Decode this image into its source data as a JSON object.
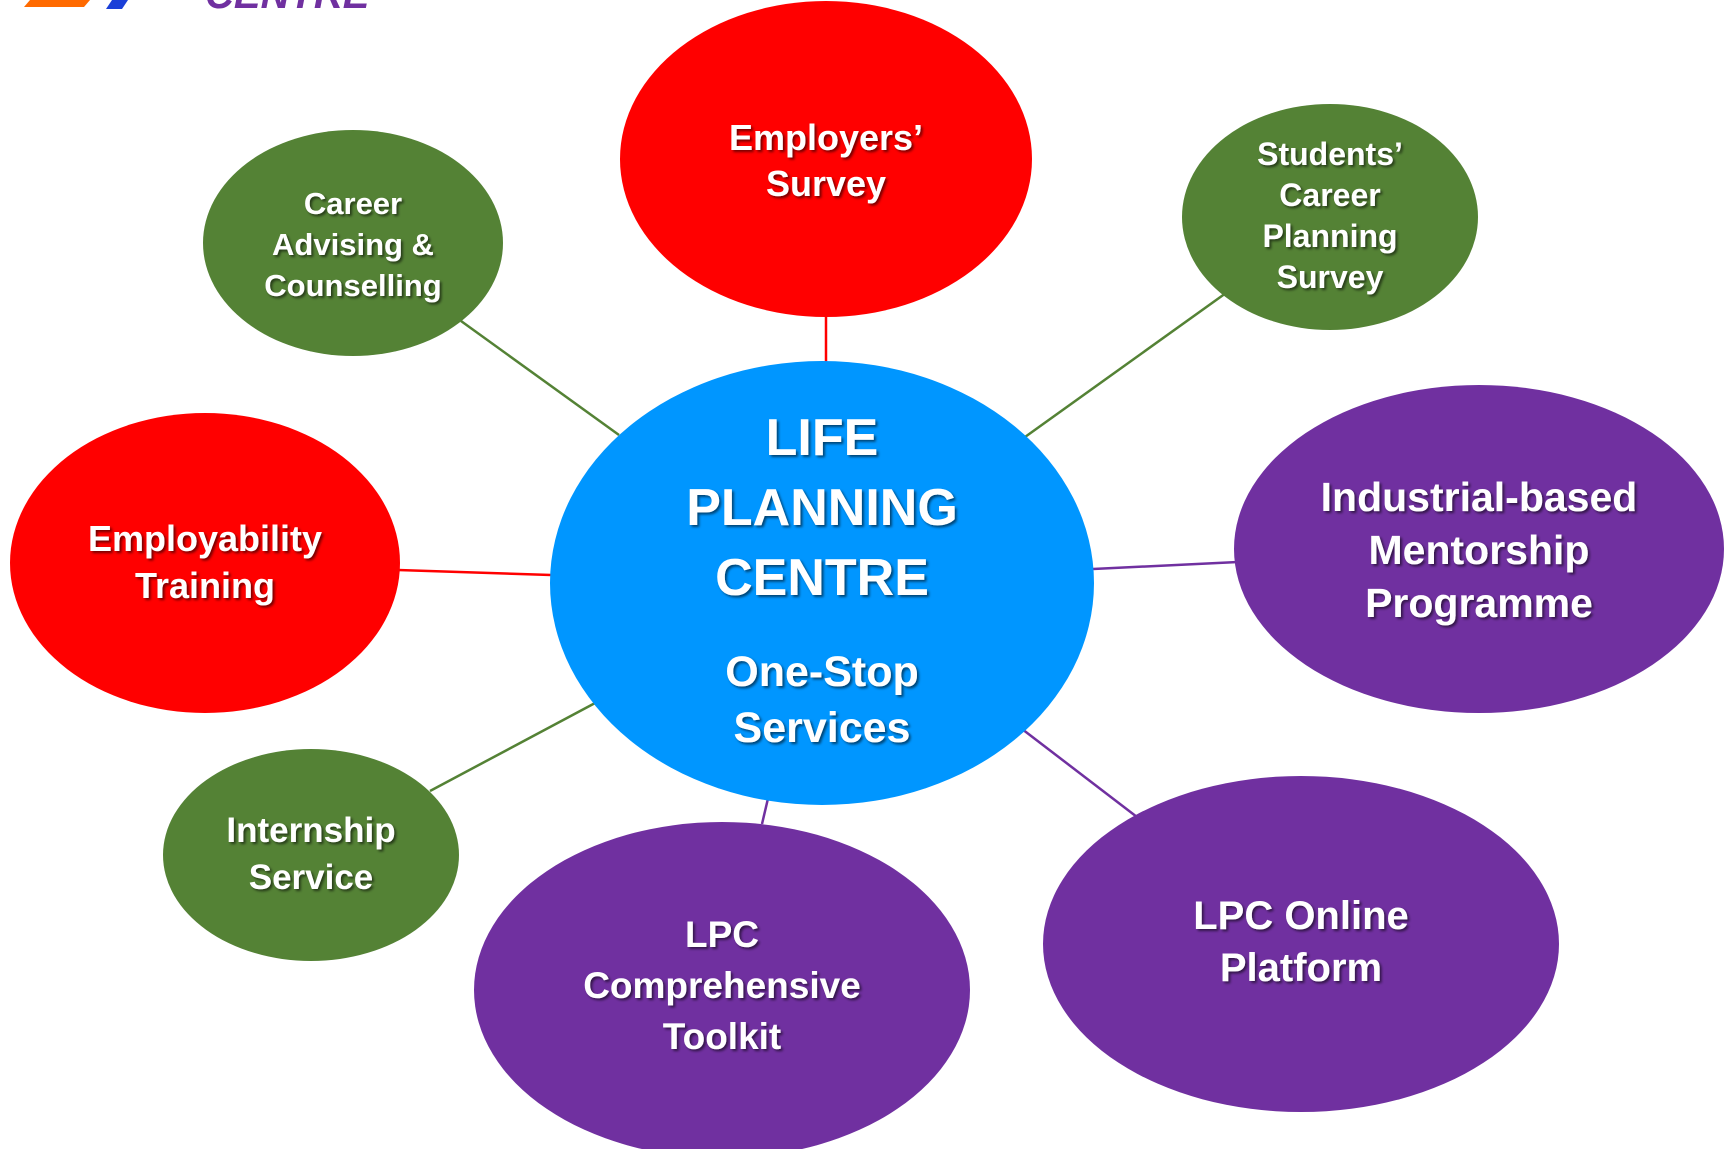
{
  "logo": {
    "text": "CENTRE",
    "colors": {
      "orange": "#ff6a00",
      "blue": "#1a3fd8",
      "purple": "#7030a0"
    }
  },
  "colors": {
    "center_fill": "#0096ff",
    "red": "#ff0000",
    "green": "#548235",
    "purple": "#7030a0",
    "text": "#ffffff"
  },
  "center": {
    "title_lines": [
      "LIFE",
      "PLANNING",
      "CENTRE"
    ],
    "subtitle_lines": [
      "One-Stop",
      "Services"
    ]
  },
  "nodes": [
    {
      "id": "employers-survey",
      "color": "red",
      "lines": [
        "Employers’",
        "Survey"
      ]
    },
    {
      "id": "students-career-planning-survey",
      "color": "green",
      "lines": [
        "Students’",
        "Career",
        "Planning",
        "Survey"
      ]
    },
    {
      "id": "industrial-based-mentorship-programme",
      "color": "purple",
      "lines": [
        "Industrial-based",
        "Mentorship",
        "Programme"
      ]
    },
    {
      "id": "lpc-online-platform",
      "color": "purple",
      "lines": [
        "LPC Online",
        "Platform"
      ]
    },
    {
      "id": "lpc-comprehensive-toolkit",
      "color": "purple",
      "lines": [
        "LPC",
        "Comprehensive",
        "Toolkit"
      ]
    },
    {
      "id": "internship-service",
      "color": "green",
      "lines": [
        "Internship",
        "Service"
      ]
    },
    {
      "id": "employability-training",
      "color": "red",
      "lines": [
        "Employability",
        "Training"
      ]
    },
    {
      "id": "career-advising-counselling",
      "color": "green",
      "lines": [
        "Career",
        "Advising &",
        "Counselling"
      ]
    }
  ]
}
